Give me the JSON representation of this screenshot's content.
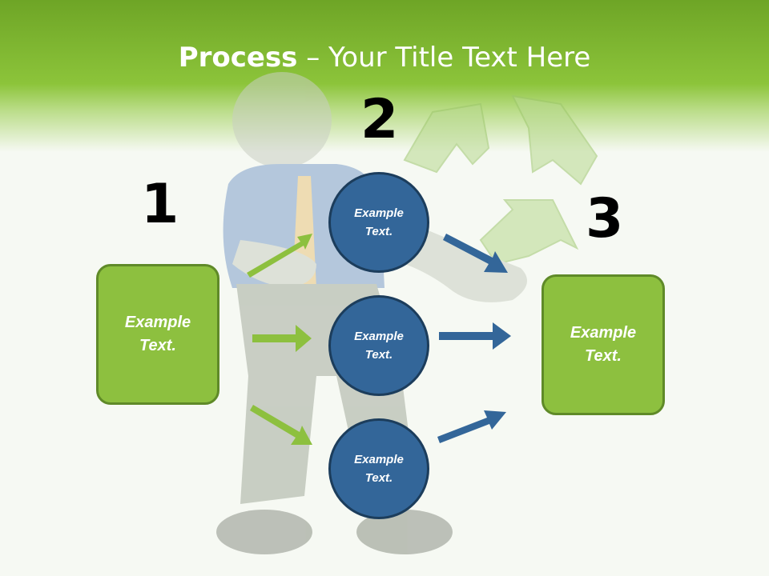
{
  "title": {
    "bold": "Process",
    "rest": " – Your Title Text Here"
  },
  "steps": {
    "one": "1",
    "two": "2",
    "three": "3"
  },
  "boxes": {
    "left": "Example\nText.",
    "right": "Example\nText."
  },
  "circles": {
    "top": "Example\nText.",
    "middle": "Example\nText.",
    "bottom": "Example\nText."
  },
  "colors": {
    "header_green": "#77b028",
    "box_green": "#8dc03f",
    "circle_blue": "#336699",
    "arrow_green": "#8dc03f",
    "arrow_blue": "#336699"
  },
  "icons": {
    "background": "businessman-holding-recycle-symbol-illustration"
  }
}
